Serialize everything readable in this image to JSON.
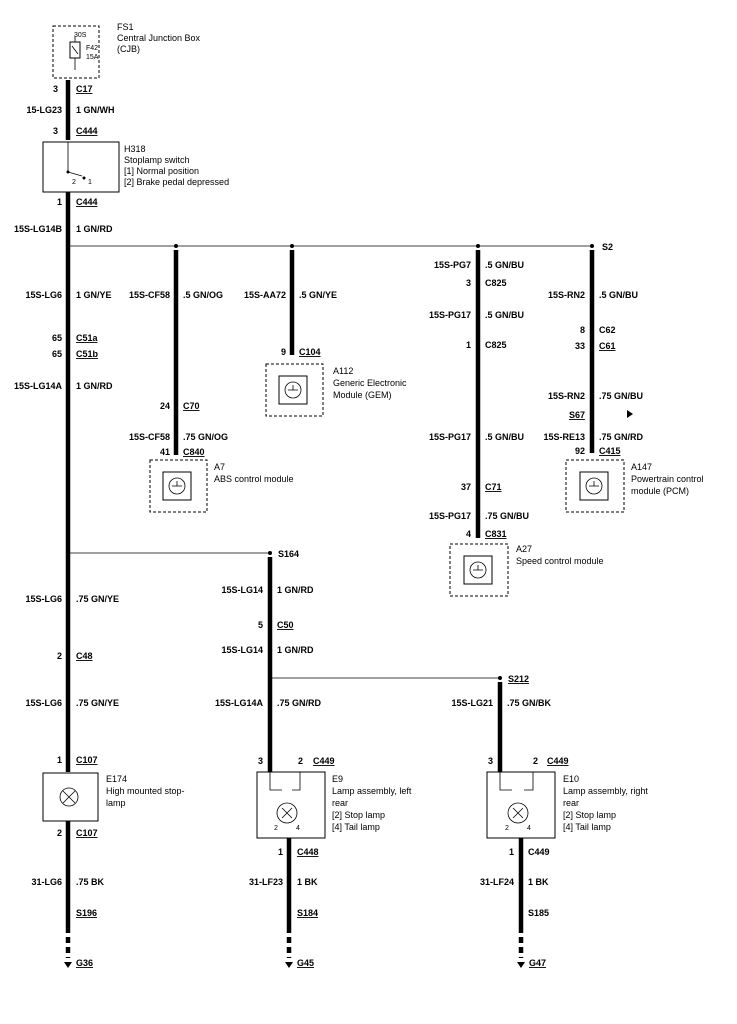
{
  "fs1": {
    "id": "FS1",
    "desc1": "Central Junction Box",
    "desc2": "(CJB)",
    "pin": "30S",
    "fuse": "F42",
    "amp": "15A",
    "pin_out": "3",
    "conn_out": "C17",
    "wire": "15-LG23",
    "wire_spec": "1 GN/WH"
  },
  "h318": {
    "pin_in": "3",
    "conn_in": "C444",
    "id": "H318",
    "desc1": "Stoplamp switch",
    "desc2": "[1] Normal position",
    "desc3": "[2] Brake pedal depressed",
    "pos2": "2",
    "pos1": "1",
    "pin_out": "1",
    "conn_out": "C444",
    "wire": "15S-LG14B",
    "wire_spec": "1 GN/RD"
  },
  "bus": {
    "splice": "S2"
  },
  "col_main": {
    "wire1": "15S-LG6",
    "spec1": "1 GN/YE",
    "pin_a": "65",
    "conn_a": "C51a",
    "pin_b": "65",
    "conn_b": "C51b",
    "wire2": "15S-LG14A",
    "spec2": "1 GN/RD"
  },
  "col_abs": {
    "wire1": "15S-CF58",
    "spec1": ".5 GN/OG",
    "pin1": "24",
    "conn1": "C70",
    "wire2": "15S-CF58",
    "spec2": ".75 GN/OG",
    "pin2": "41",
    "conn2": "C840",
    "id": "A7",
    "desc1": "ABS control module"
  },
  "col_gem": {
    "wire1": "15S-AA72",
    "spec1": ".5 GN/YE",
    "pin1": "9",
    "conn1": "C104",
    "id": "A112",
    "desc1": "Generic Electronic",
    "desc2": "Module (GEM)"
  },
  "col_spd": {
    "wire1": "15S-PG7",
    "spec1": ".5 GN/BU",
    "pin1": "3",
    "conn1": "C825",
    "wire2": "15S-PG17",
    "spec2": ".5 GN/BU",
    "pin2": "1",
    "conn2": "C825",
    "wire3": "15S-PG17",
    "spec3": ".5 GN/BU",
    "pin3": "37",
    "conn3": "C71",
    "wire4": "15S-PG17",
    "spec4": ".75 GN/BU",
    "pin4": "4",
    "conn4": "C831",
    "id": "A27",
    "desc1": "Speed control module"
  },
  "col_pcm": {
    "wire1": "15S-RN2",
    "spec1": ".5 GN/BU",
    "pin1": "8",
    "conn1": "C62",
    "pin2": "33",
    "conn2": "C61",
    "wire2": "15S-RN2",
    "spec2": ".75 GN/BU",
    "splice": "S67",
    "wire3": "15S-RE13",
    "spec3": ".75 GN/RD",
    "pin3": "92",
    "conn3": "C415",
    "id": "A147",
    "desc1": "Powertrain control",
    "desc2": "module (PCM)"
  },
  "lower_bus": {
    "splice": "S164"
  },
  "col_hmsl": {
    "wire1": "15S-LG6",
    "spec1": ".75 GN/YE",
    "pin1": "2",
    "conn1": "C48",
    "wire2": "15S-LG6",
    "spec2": ".75 GN/YE",
    "pin2": "1",
    "conn2": "C107",
    "id": "E174",
    "desc1": "High mounted stop-",
    "desc2": "lamp",
    "pin3": "2",
    "conn3": "C107",
    "wire3": "31-LG6",
    "spec3": ".75 BK",
    "splice": "S196",
    "ground": "G36"
  },
  "col_left": {
    "wire1": "15S-LG14",
    "spec1": "1 GN/RD",
    "pin1": "5",
    "conn1": "C50",
    "wire2": "15S-LG14",
    "spec2": "1 GN/RD",
    "wire3": "15S-LG14A",
    "spec3": ".75 GN/RD",
    "pin3": "3",
    "pin3b": "2",
    "conn3": "C449",
    "id": "E9",
    "desc1": "Lamp assembly, left",
    "desc2": "rear",
    "desc3": "[2] Stop lamp",
    "desc4": "[4] Tail lamp",
    "in2": "2",
    "in4": "4",
    "pin4": "1",
    "conn4": "C448",
    "wire4": "31-LF23",
    "spec4": "1 BK",
    "splice": "S184",
    "ground": "G45"
  },
  "col_right": {
    "splice_top": "S212",
    "wire1": "15S-LG21",
    "spec1": ".75 GN/BK",
    "pin1": "3",
    "pin1b": "2",
    "conn1": "C449",
    "id": "E10",
    "desc1": "Lamp assembly, right",
    "desc2": "rear",
    "desc3": "[2] Stop lamp",
    "desc4": "[4] Tail lamp",
    "in2": "2",
    "in4": "4",
    "pin2": "1",
    "conn2": "C449",
    "wire2": "31-LF24",
    "spec2": "1 BK",
    "splice": "S185",
    "ground": "G47"
  }
}
